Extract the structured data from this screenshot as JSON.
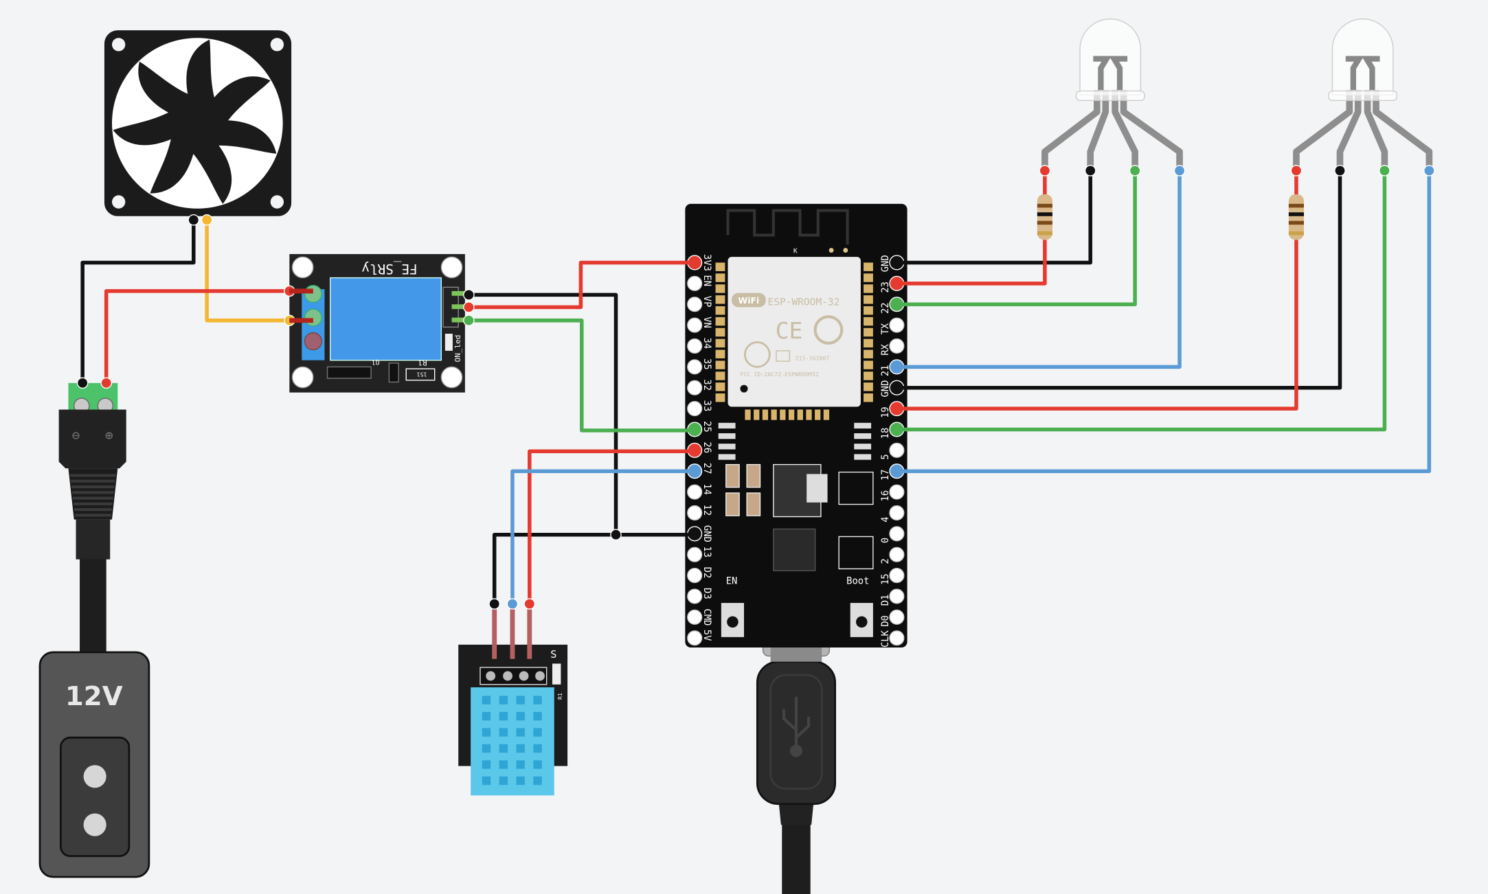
{
  "colors": {
    "background": "#f3f4f5",
    "wire_red": "#e53a2f",
    "wire_black": "#111111",
    "wire_green": "#4caf50",
    "wire_blue": "#5b9bd5",
    "wire_yellow": "#f5b731",
    "led_leg": "#8e8e8e",
    "board": "#111111",
    "relay_body": "#4398ea",
    "dht_body": "#5bc8ea"
  },
  "power_supply": {
    "label": "12V"
  },
  "dc_jack": {
    "minus": "⊖",
    "plus": "⊕"
  },
  "relay": {
    "title": "FE_SRly",
    "led_label": "ON_led",
    "resistor_label": "R1",
    "resistor_code": "151",
    "transistor_label": "Q1"
  },
  "esp32": {
    "module": "ESP-WROOM-32",
    "wifi_logo": "WiFi",
    "ce_mark": "CE",
    "cert_code": "211-161007",
    "fcc_id": "FCC ID:2AC7Z-ESPWROOM32",
    "antenna_mark": "K",
    "en_button": "EN",
    "boot_button": "Boot",
    "left_pins": [
      "3V3",
      "EN",
      "VP",
      "VN",
      "34",
      "35",
      "32",
      "33",
      "25",
      "26",
      "27",
      "14",
      "12",
      "GND",
      "13",
      "D2",
      "D3",
      "CMD",
      "5V"
    ],
    "right_pins": [
      "GND",
      "23",
      "22",
      "TX",
      "RX",
      "21",
      "GND",
      "19",
      "18",
      "5",
      "17",
      "16",
      "4",
      "0",
      "2",
      "15",
      "D1",
      "D0",
      "CLK"
    ],
    "left_connected": {
      "3V3": "red",
      "25": "green",
      "26": "red",
      "27": "blue",
      "GND": "black"
    },
    "right_connected": {
      "GND": "black",
      "23": "red",
      "22": "green",
      "21": "blue",
      "19": "red",
      "18": "green",
      "17": "blue"
    }
  },
  "dht_sensor": {
    "signal_label": "S",
    "resistor_label": "R1"
  }
}
